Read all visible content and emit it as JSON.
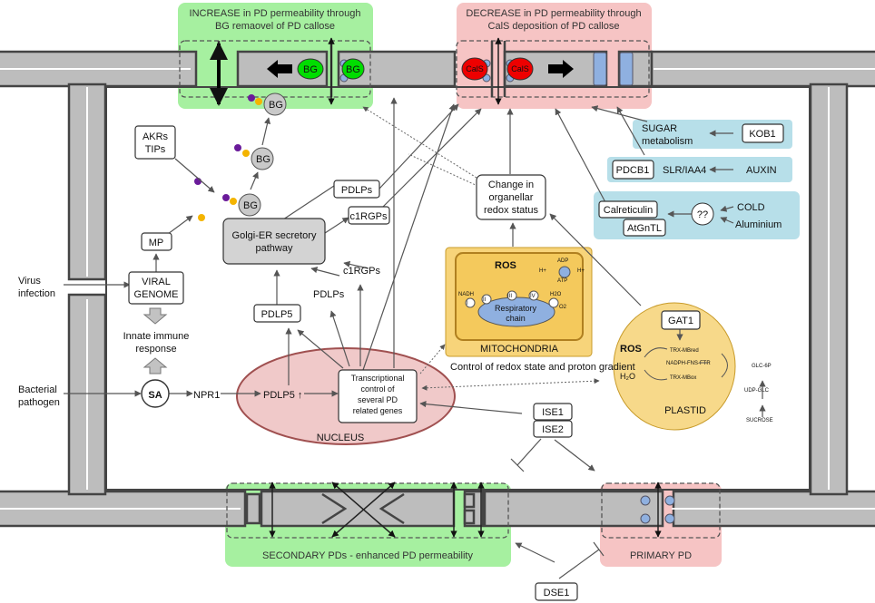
{
  "banners": {
    "increase": [
      "INCREASE in PD permeability through",
      "BG remaovel of PD callose"
    ],
    "decrease": [
      "DECREASE in PD permeability through",
      "CalS deposition of PD callose"
    ],
    "secondary": "SECONDARY PDs -  enhanced PD permeability",
    "primary": "PRIMARY PD"
  },
  "markers": {
    "bg": "BG",
    "cals": "CalS",
    "sa": "SA"
  },
  "boxes": {
    "akrs": [
      "AKRs",
      "TIPs"
    ],
    "mp": "MP",
    "viral": [
      "VIRAL",
      "GENOME"
    ],
    "golgi": [
      "Golgi-ER secretory",
      "pathway"
    ],
    "pdlps_box": "PDLPs",
    "c1rgps_box": "c1RGPs",
    "pdlp5": "PDLP5",
    "redox": [
      "Change in",
      "organellar",
      "redox status"
    ],
    "transcriptional": [
      "Transcriptional",
      "control of",
      "several PD",
      "related genes"
    ],
    "ise1": "ISE1",
    "ise2": "ISE2",
    "dse1": "DSE1",
    "gat1": "GAT1",
    "kob1": "KOB1",
    "pdcb1": "PDCB1",
    "calreticulin": "Calreticulin",
    "atgntl": "AtGnTL",
    "unknown": "??"
  },
  "texts": {
    "virus": [
      "Virus",
      "infection"
    ],
    "bacterial": [
      "Bacterial",
      "pathogen"
    ],
    "innate": [
      "Innate immune",
      "response"
    ],
    "npr1": "NPR1",
    "pdlp5_up": "PDLP5 ↑",
    "nucleus": "NUCLEUS",
    "pdlps_float": "PDLPs",
    "c1rgps_float": "c1RGPs",
    "sugar": [
      "SUGAR",
      "metabolism"
    ],
    "slr": "SLR/IAA4",
    "auxin": "AUXIN",
    "cold": "COLD",
    "aluminium": "Aluminium",
    "ros": "ROS",
    "resp": [
      "Respiratory",
      "chain"
    ],
    "mito": "MITOCHONDRIA",
    "mito_mini": [
      "NADH",
      "ADP",
      "ATP",
      "H2O",
      "O2",
      "H+",
      "H+",
      "I",
      "II",
      "III",
      "IV"
    ],
    "control_redox": "Control of redox state and proton gradient",
    "plastid_ros": "ROS",
    "plastid_h2o": "H₂O",
    "trx_red": "TRX-MBred",
    "nadph": "NADPH-FNS-FTR",
    "trx_ox": "TRX-MBox",
    "plastid": "PLASTID",
    "glc6p": "GLC-6P",
    "udpglc": "UDP-GLC",
    "sucrose": "SUCROSE"
  },
  "colors": {
    "increase_green": "#a6f0a0",
    "decrease_pink": "#f6c4c4",
    "wall_gray": "#bdbdbd",
    "signal_blue": "#b7dfe9",
    "mito_yellow": "#f7d47a",
    "plastid_yellow": "#f7d98a",
    "nucleus_red": "#f0c9c9",
    "bg_green": "#00dd00",
    "cals_red": "#ee0000",
    "callose_blue": "#8fb0e0"
  }
}
